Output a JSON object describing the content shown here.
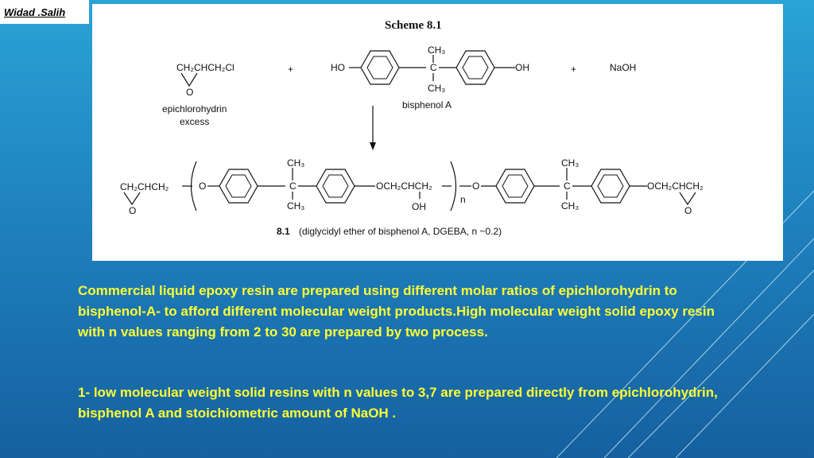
{
  "author": "Widad .Salih",
  "scheme": {
    "title": "Scheme 8.1",
    "reactant1_formula": "CH₂CHCH₂Cl",
    "reactant1_o": "O",
    "reactant1_name_line1": "epichlorohydrin",
    "reactant1_name_line2": "excess",
    "plus": "+",
    "ho": "HO",
    "oh": "OH",
    "ch3": "CH₃",
    "c": "C",
    "reactant2_name": "bisphenol  A",
    "naoh": "NaOH",
    "product_left": "CH₂CHCH₂",
    "o": "O",
    "och2chch2": "OCH₂CHCH₂",
    "oh_sub": "OH",
    "n": "n",
    "product_right": "OCH₂CHCH₂",
    "caption_num": "8.1",
    "caption_text": "(diglycidyl ether of bisphenol A, DGEBA, n ~0.2)"
  },
  "paragraphs": [
    "Commercial liquid epoxy resin are prepared using different molar ratios of epichlorohydrin to bisphenol-A- to afford different molecular weight products.High molecular weight solid epoxy resin with n values ranging from 2 to 30 are prepared by two process.",
    "1- low molecular weight solid resins with n values to 3,7 are prepared directly from epichlorohydrin, bisphenol A and stoichiometric amount of NaOH ."
  ]
}
